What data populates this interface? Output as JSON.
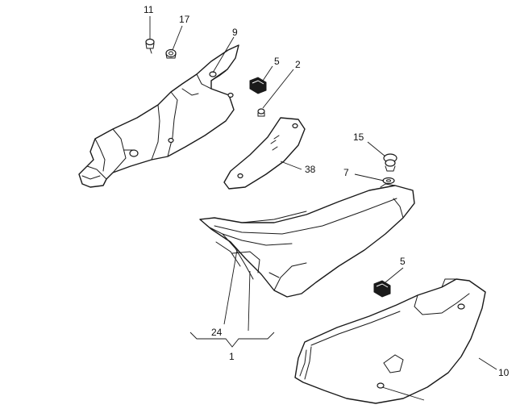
{
  "callouts": {
    "c11": "11",
    "c17": "17",
    "c9": "9",
    "c5a": "5",
    "c2": "2",
    "c15": "15",
    "c7": "7",
    "c38": "38",
    "c5b": "5",
    "c24": "24",
    "c1": "1",
    "c10": "10"
  }
}
